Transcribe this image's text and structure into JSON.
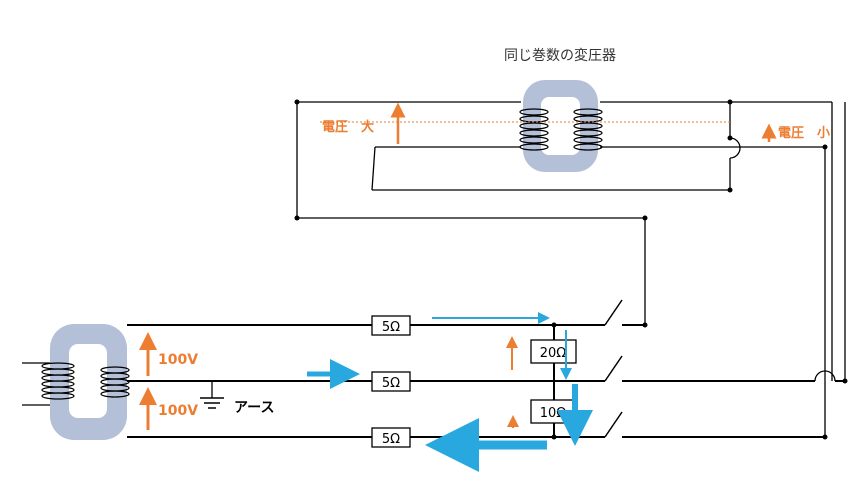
{
  "title": "同じ巻数の変圧器",
  "labels": {
    "voltage_high": "電圧　大",
    "voltage_low": "電圧　小",
    "v1": "100V",
    "v2": "100V",
    "earth": "アース"
  },
  "resistors": {
    "r_top": "5Ω",
    "r_mid": "5Ω",
    "r_bot": "5Ω",
    "r_load1": "20Ω",
    "r_load2": "10Ω"
  },
  "colors": {
    "wire": "#000000",
    "core": "#b4c0d8",
    "voltage_arrow": "#ed7d31",
    "current_arrow": "#29a8e0"
  }
}
